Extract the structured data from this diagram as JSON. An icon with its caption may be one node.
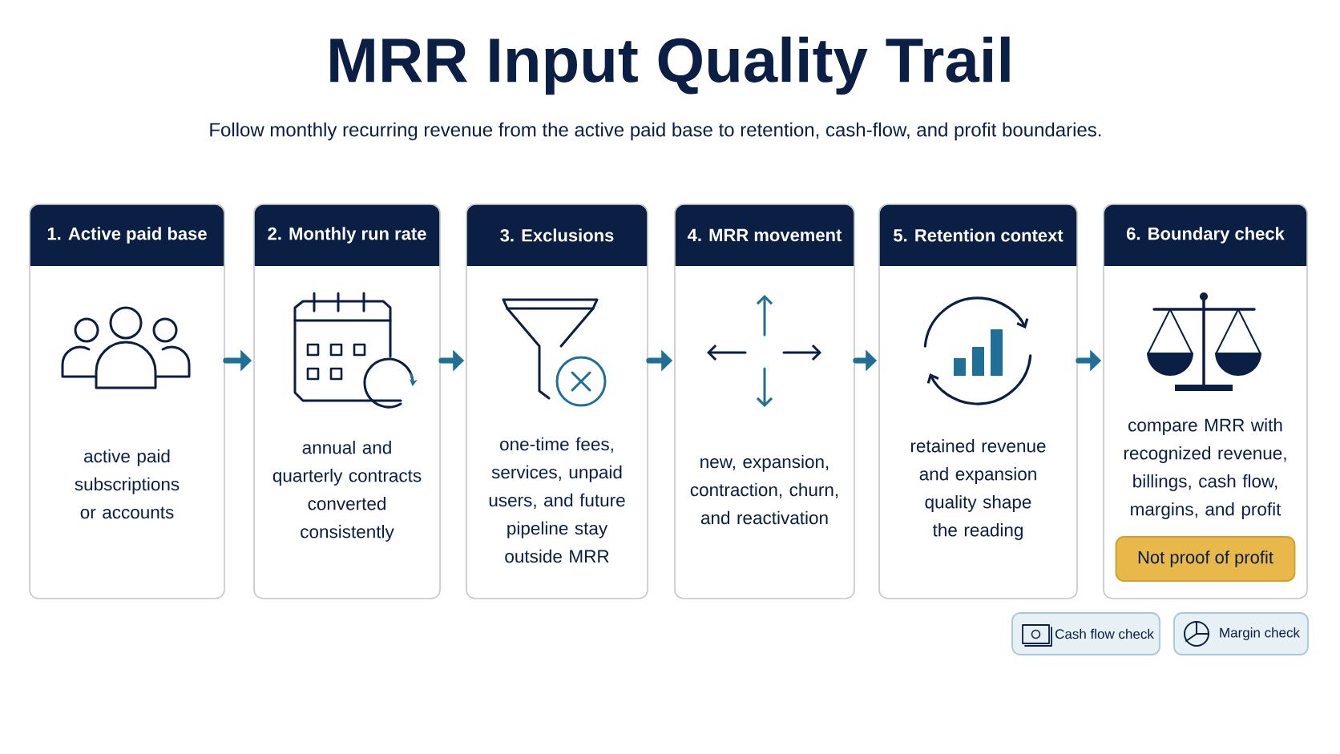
{
  "diagram": {
    "title": "MRR Input Quality Trail",
    "nodes": [
      {
        "text": [
          "1. Active paid base",
          "active paid subscriptions or accounts"
        ]
      },
      {
        "text": [
          "2. Monthly run rate",
          "annual and quarterly contracts converted consistently"
        ]
      },
      {
        "text": [
          "3. Exclusions",
          "one-time fees, services, unpaid users, and future pipeline stay outside MRR"
        ]
      },
      {
        "text": [
          "4. MRR movement",
          "new, expansion, contraction, churn, and reactivation"
        ]
      },
      {
        "text": [
          "5. Retention context",
          "retained revenue and expansion quality shape the reading"
        ]
      },
      {
        "text": [
          "6. Boundary check",
          "compare MRR with recognized revenue, billings, cash flow, margins, and profit"
        ]
      },
      {
        "text": [
          "Not proof of profit"
        ],
        "in": 5
      },
      {
        "text": [
          "Cash flow check"
        ]
      },
      {
        "text": [
          "Margin check"
        ]
      }
    ],
    "edges": [
      {
        "from": 0,
        "to": 1,
        "arrow": "to"
      },
      {
        "from": 1,
        "to": 2,
        "arrow": "to"
      },
      {
        "from": 2,
        "to": 3,
        "arrow": "to"
      },
      {
        "from": 3,
        "to": 4,
        "arrow": "to"
      },
      {
        "from": 4,
        "to": 5,
        "arrow": "to"
      }
    ],
    "labels": [
      "Follow monthly recurring revenue from the active paid base to retention, cash-flow, and profit boundaries."
    ]
  }
}
